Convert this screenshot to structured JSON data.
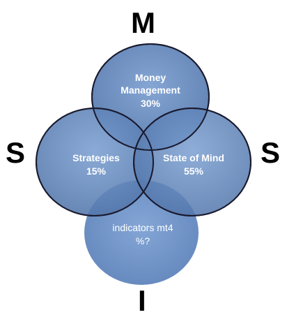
{
  "letters": {
    "top": "M",
    "left": "S",
    "right": "S",
    "bottom": "I"
  },
  "circles": {
    "money": {
      "line1": "Money",
      "line2": "Management",
      "value": "30%"
    },
    "strategies": {
      "line1": "Strategies",
      "value": "15%"
    },
    "mind": {
      "line1": "State of Mind",
      "value": "55%"
    },
    "indicators": {
      "line1": "indicators mt4",
      "value": "%?"
    }
  },
  "colors": {
    "fill": "#5b7fb3",
    "fill_bottom": "#6f93c4",
    "stroke": "#1a1a2e",
    "text": "#ffffff",
    "letters": "#000000"
  }
}
